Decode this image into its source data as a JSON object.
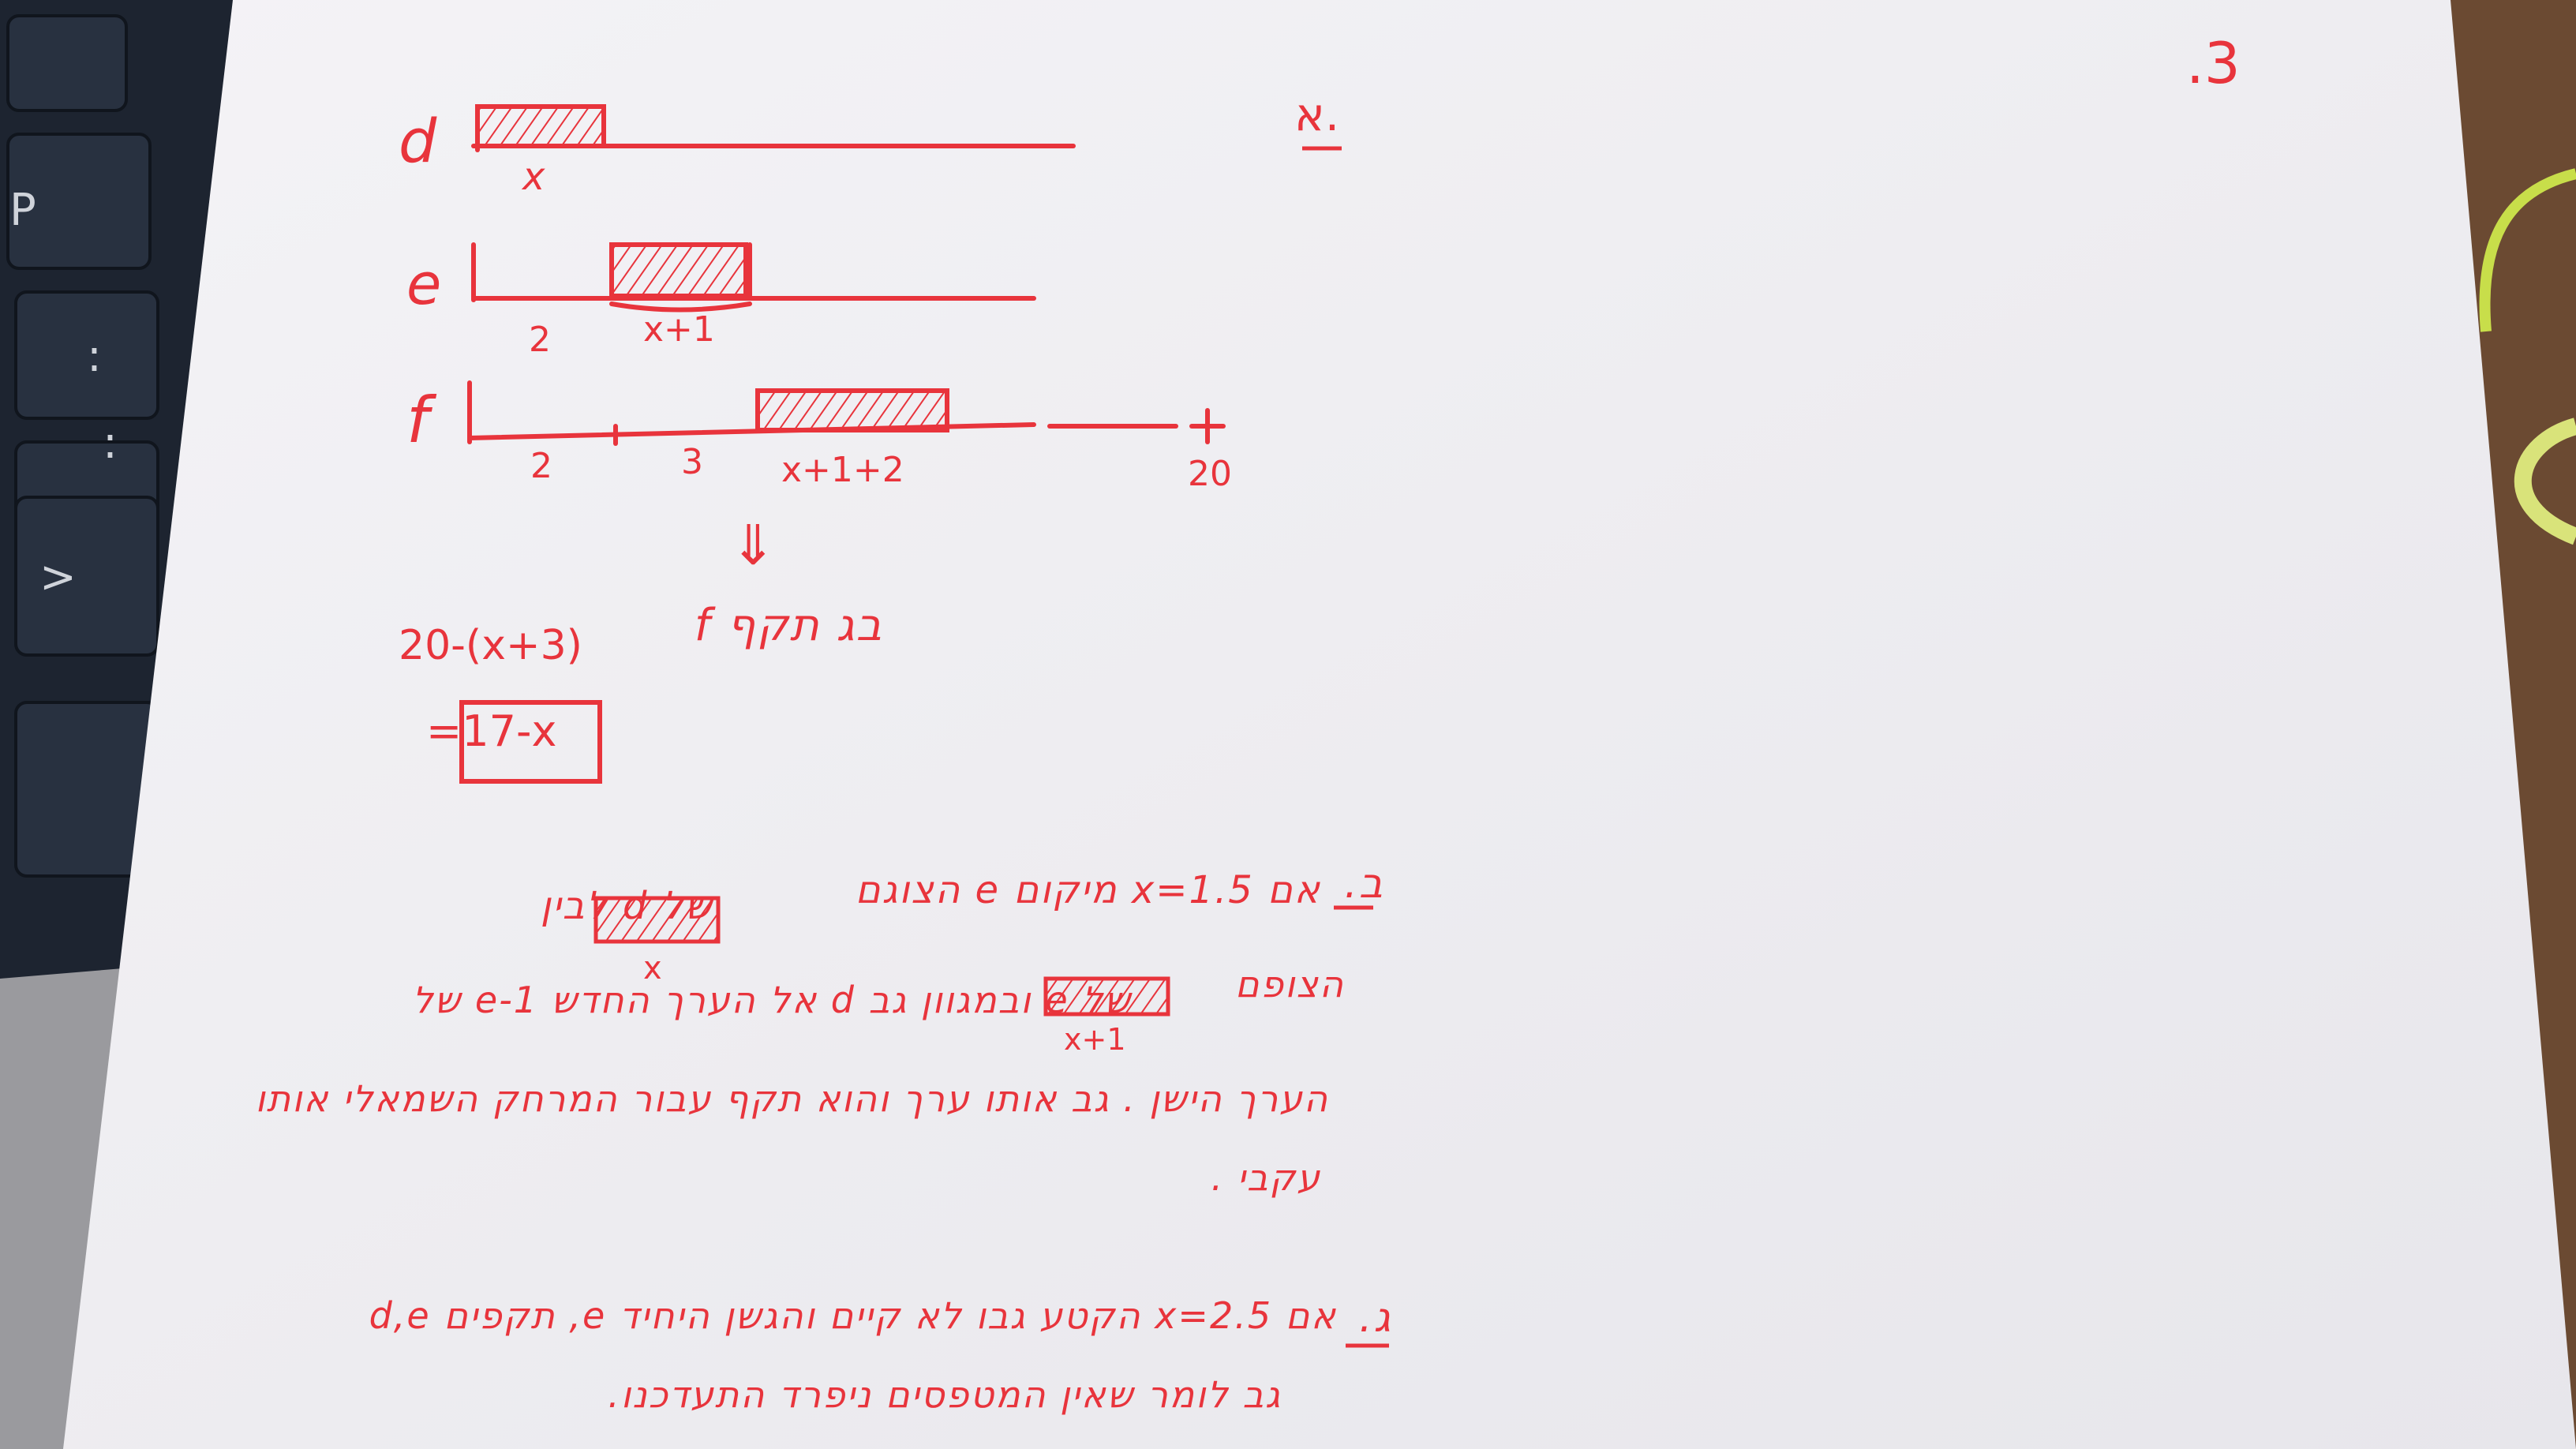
{
  "page": {
    "number": ".3",
    "part_a_label": "א.",
    "part_b_label": "ב.",
    "part_c_label": "ג."
  },
  "diagram": {
    "rows": [
      {
        "name": "d",
        "labels": [
          "x"
        ]
      },
      {
        "name": "e",
        "labels": [
          "2",
          "x+1"
        ]
      },
      {
        "name": "f",
        "labels": [
          "2",
          "3",
          "x+1+2",
          "20"
        ]
      }
    ],
    "arrow": "⇓",
    "formula_line1": "20-(x+3)",
    "formula_line1_suffix": "בג תקף f",
    "formula_result": "=17-x"
  },
  "text": {
    "part_b_line1": "אם x=1.5 מיקום e הצוגם",
    "part_b_line1_end": "של d לבין",
    "part_b_box1_label": "x",
    "part_b_line2_start": "הצופם",
    "part_b_box2_label": "x+1",
    "part_b_line2_end": "של e ובמגוון גב d אל הערך החדש e-1 של",
    "part_b_line3": "הערך הישן . גב אותו ערך והוא תקף עבור המרחק השמאלי אותו",
    "part_b_line4": "עקבי .",
    "part_c_line1": "אם x=2.5 הקטע גבו לא קיים והגשן היחיד e, תקפים d,e",
    "part_c_line2": "גב לומר שאין המטפסים ניפרד התעדכנו."
  },
  "colors": {
    "ink": "#e8343c",
    "paper": "#f1f0f3",
    "keyboard": "#1d2430",
    "desk": "#6b4a32"
  }
}
